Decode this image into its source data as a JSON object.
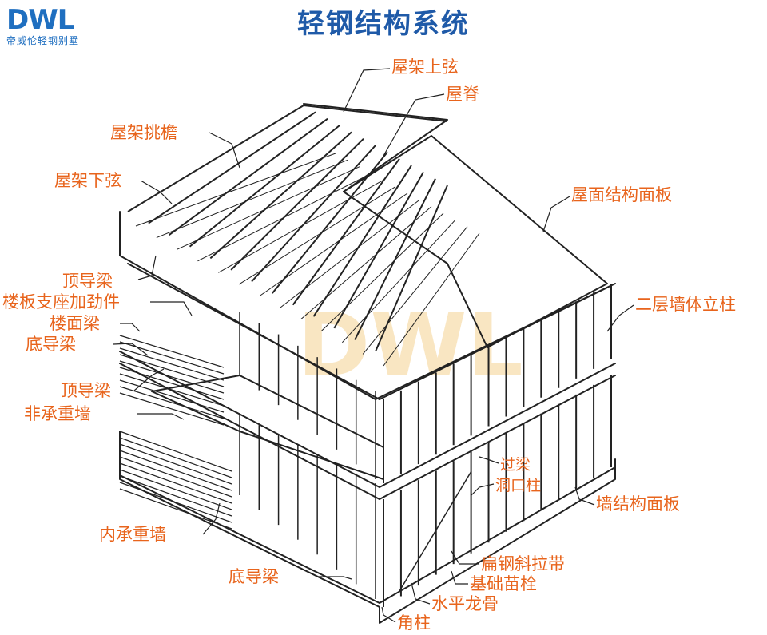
{
  "title": "轻钢结构系统",
  "logo": {
    "mark": "DWL",
    "subtitle": "帝威伦轻钢别墅"
  },
  "watermark": "DWL",
  "colors": {
    "title": "#1f5aa8",
    "logo": "#1f6fc0",
    "label": "#e8641c",
    "line": "#222222",
    "watermark": "#f2c879"
  },
  "labels": {
    "roof_top_chord": "屋架上弦",
    "ridge": "屋脊",
    "roof_eave": "屋架挑檐",
    "roof_bottom_chord": "屋架下弦",
    "roof_sheathing": "屋面结构面板",
    "top_track_upper": "顶导梁",
    "floor_stiffener": "楼板支座加劲件",
    "floor_joist": "楼面梁",
    "bottom_track_upper": "底导梁",
    "second_floor_stud": "二层墙体立柱",
    "top_track_lower": "顶导梁",
    "non_bearing_wall": "非承重墙",
    "header": "过梁",
    "opening_stud": "洞口柱",
    "wall_sheathing": "墙结构面板",
    "interior_bearing_wall": "内承重墙",
    "strap_brace": "扁钢斜拉带",
    "bottom_track_lower": "底导梁",
    "anchor_bolt": "基础苗栓",
    "horizontal_keel": "水平龙骨",
    "corner_post": "角柱"
  }
}
